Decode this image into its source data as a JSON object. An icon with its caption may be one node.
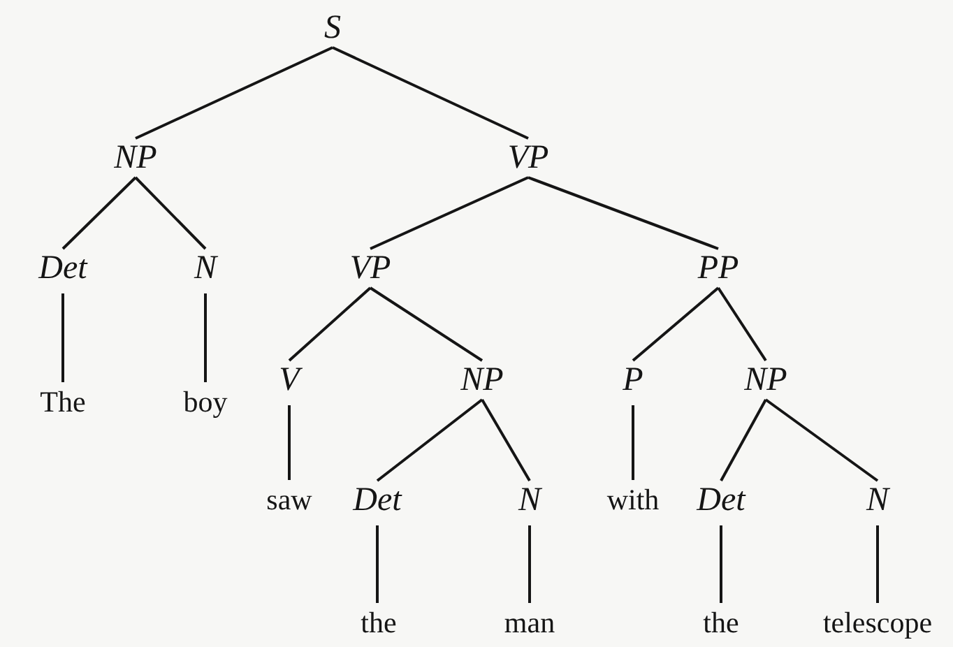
{
  "diagram": {
    "nodes": [
      {
        "text": [
          "S"
        ]
      },
      {
        "text": [
          "NP"
        ]
      },
      {
        "text": [
          "VP"
        ]
      },
      {
        "text": [
          "Det"
        ]
      },
      {
        "text": [
          "N"
        ]
      },
      {
        "text": [
          "The"
        ]
      },
      {
        "text": [
          "boy"
        ]
      },
      {
        "text": [
          "VP"
        ]
      },
      {
        "text": [
          "PP"
        ]
      },
      {
        "text": [
          "V"
        ]
      },
      {
        "text": [
          "NP"
        ]
      },
      {
        "text": [
          "saw"
        ]
      },
      {
        "text": [
          "Det"
        ]
      },
      {
        "text": [
          "N"
        ]
      },
      {
        "text": [
          "the"
        ]
      },
      {
        "text": [
          "man"
        ]
      },
      {
        "text": [
          "P"
        ]
      },
      {
        "text": [
          "NP"
        ]
      },
      {
        "text": [
          "with"
        ]
      },
      {
        "text": [
          "Det"
        ]
      },
      {
        "text": [
          "N"
        ]
      },
      {
        "text": [
          "the"
        ]
      },
      {
        "text": [
          "telescope"
        ]
      }
    ],
    "edges": [
      {
        "from": 0,
        "to": 1,
        "arrow": "none"
      },
      {
        "from": 0,
        "to": 2,
        "arrow": "none"
      },
      {
        "from": 1,
        "to": 3,
        "arrow": "none"
      },
      {
        "from": 1,
        "to": 4,
        "arrow": "none"
      },
      {
        "from": 3,
        "to": 5,
        "arrow": "none"
      },
      {
        "from": 4,
        "to": 6,
        "arrow": "none"
      },
      {
        "from": 2,
        "to": 7,
        "arrow": "none"
      },
      {
        "from": 2,
        "to": 8,
        "arrow": "none"
      },
      {
        "from": 7,
        "to": 9,
        "arrow": "none"
      },
      {
        "from": 7,
        "to": 10,
        "arrow": "none"
      },
      {
        "from": 9,
        "to": 11,
        "arrow": "none"
      },
      {
        "from": 10,
        "to": 12,
        "arrow": "none"
      },
      {
        "from": 10,
        "to": 13,
        "arrow": "none"
      },
      {
        "from": 12,
        "to": 14,
        "arrow": "none"
      },
      {
        "from": 13,
        "to": 15,
        "arrow": "none"
      },
      {
        "from": 8,
        "to": 16,
        "arrow": "none"
      },
      {
        "from": 8,
        "to": 17,
        "arrow": "none"
      },
      {
        "from": 16,
        "to": 18,
        "arrow": "none"
      },
      {
        "from": 17,
        "to": 19,
        "arrow": "none"
      },
      {
        "from": 17,
        "to": 20,
        "arrow": "none"
      },
      {
        "from": 19,
        "to": 21,
        "arrow": "none"
      },
      {
        "from": 20,
        "to": 22,
        "arrow": "none"
      }
    ]
  }
}
